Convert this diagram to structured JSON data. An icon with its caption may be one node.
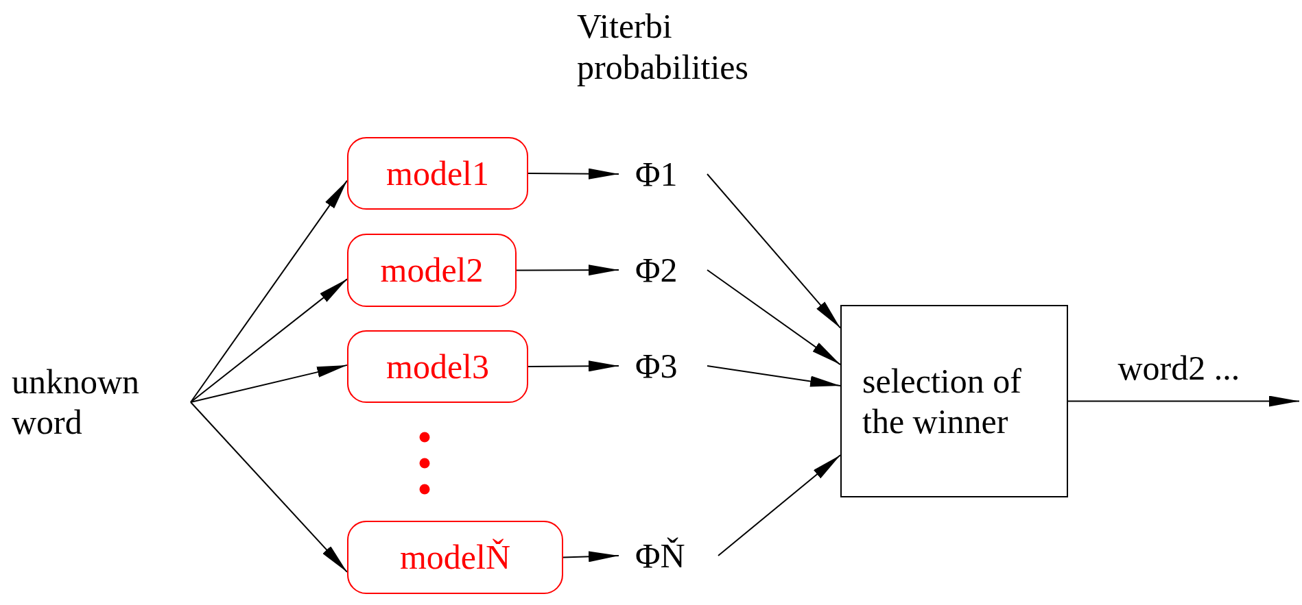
{
  "diagram": {
    "nodes": [
      {
        "text": [
          "unknown word"
        ]
      },
      {
        "text": [
          "model1"
        ]
      },
      {
        "text": [
          "model2"
        ]
      },
      {
        "text": [
          "model3"
        ]
      },
      {
        "text": [
          "modelŇ"
        ]
      },
      {
        "text": [
          "Φ1"
        ]
      },
      {
        "text": [
          "Φ2"
        ]
      },
      {
        "text": [
          "Φ3"
        ]
      },
      {
        "text": [
          "ΦŇ"
        ]
      },
      {
        "text": [
          "selection of the winner"
        ]
      }
    ],
    "edges": [
      {
        "from": 0,
        "to": 1,
        "arrow": "to"
      },
      {
        "from": 0,
        "to": 2,
        "arrow": "to"
      },
      {
        "from": 0,
        "to": 3,
        "arrow": "to"
      },
      {
        "from": 0,
        "to": 4,
        "arrow": "to"
      },
      {
        "from": 1,
        "to": 5,
        "arrow": "to"
      },
      {
        "from": 2,
        "to": 6,
        "arrow": "to"
      },
      {
        "from": 3,
        "to": 7,
        "arrow": "to"
      },
      {
        "from": 4,
        "to": 8,
        "arrow": "to"
      },
      {
        "from": 5,
        "to": 9,
        "arrow": "to"
      },
      {
        "from": 6,
        "to": 9,
        "arrow": "to"
      },
      {
        "from": 7,
        "to": 9,
        "arrow": "to"
      },
      {
        "from": 8,
        "to": 9,
        "arrow": "to"
      },
      {
        "from": 9,
        "to": null,
        "arrow": "to",
        "label": "word2 ..."
      }
    ],
    "labels": [
      "Viterbi probabilities"
    ]
  }
}
